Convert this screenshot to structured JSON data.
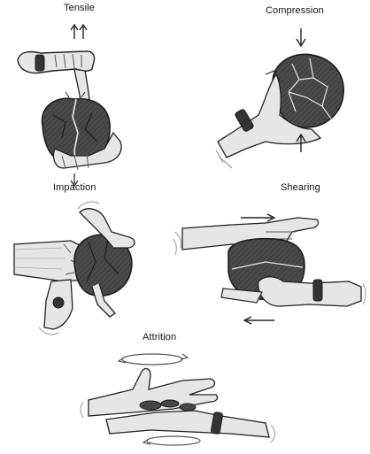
{
  "labels": {
    "tensile": "Tensile",
    "compression": "Compression",
    "impaction": "Impaction",
    "shearing": "Shearing",
    "attrition": "Attrition"
  },
  "colors": {
    "stone": "#4a4a4a",
    "stone_crack": "#1a1a1a",
    "skin_light": "#e6e6e6",
    "skin_shade": "#bdbdbd",
    "outline": "#222222"
  },
  "icons": {
    "arrow": "double-arrow-icon",
    "motion_lines": "motion-lines-icon"
  }
}
